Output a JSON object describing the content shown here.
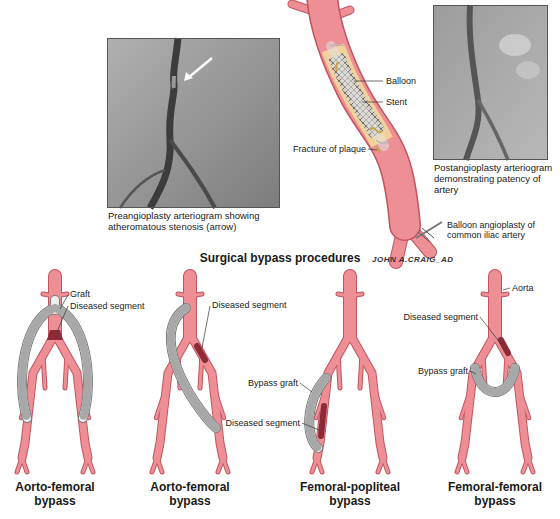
{
  "diagram": {
    "title": "Surgical bypass procedures",
    "nodes": [
      {
        "text": [
          "Preangioplasty arteriogram showing atheromatous stenosis (arrow)"
        ]
      },
      {
        "text": [
          "Postangioplasty arteriogram demonstrating patency of artery"
        ]
      }
    ],
    "labels": [
      "Balloon",
      "Stent",
      "Fracture of plaque",
      "Balloon angioplasty of common iliac artery",
      "JOHN A.CRAIG_AD",
      "Graft",
      "Diseased segment",
      "Diseased segment",
      "Bypass graft",
      "Diseased segment",
      "Aorta",
      "Diseased segment",
      "Bypass graft",
      "Aorto-femoral bypass",
      "Aorto-femoral bypass",
      "Femoral-popliteal bypass",
      "Femoral-femoral bypass"
    ]
  }
}
